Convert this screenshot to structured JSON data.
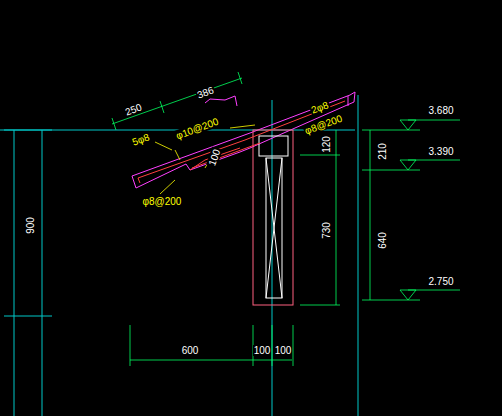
{
  "diagram": {
    "labels": [
      "386",
      "250",
      "5φ8",
      "φ10@200",
      "100",
      "φ8@200",
      "2φ8",
      "φ8@200",
      "3.680",
      "3.390",
      "2.750",
      "210",
      "640",
      "120",
      "730",
      "900",
      "600",
      "100",
      "100"
    ]
  }
}
